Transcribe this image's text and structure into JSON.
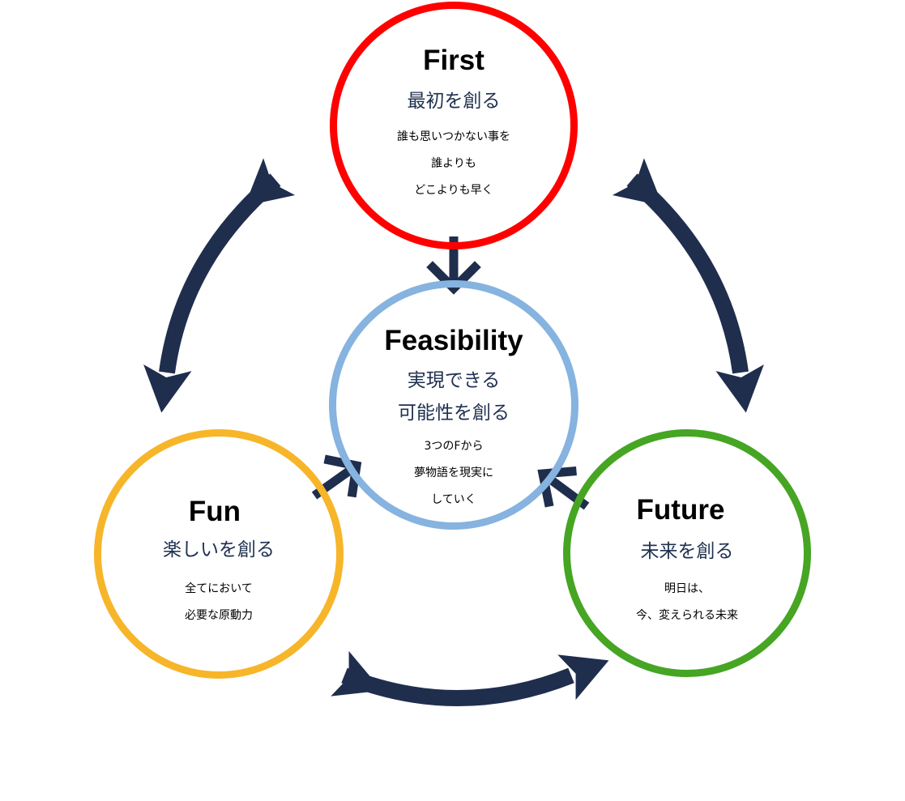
{
  "colors": {
    "first": "#ff0000",
    "feasibility": "#86b3df",
    "fun": "#f7b52a",
    "future": "#46a523",
    "arrow": "#1f2e4d"
  },
  "first": {
    "title": "First",
    "subtitle": "最初を創る",
    "desc": [
      "誰も思いつかない事を",
      "誰よりも",
      "どこよりも早く"
    ]
  },
  "feasibility": {
    "title": "Feasibility",
    "subtitle": [
      "実現できる",
      "可能性を創る"
    ],
    "desc": [
      "3つのFから",
      "夢物語を現実に",
      "していく"
    ]
  },
  "fun": {
    "title": "Fun",
    "subtitle": "楽しいを創る",
    "desc": [
      "全てにおいて",
      "必要な原動力"
    ]
  },
  "future": {
    "title": "Future",
    "subtitle": "未来を創る",
    "desc": [
      "明日は、",
      "今、変えられる未来"
    ]
  }
}
